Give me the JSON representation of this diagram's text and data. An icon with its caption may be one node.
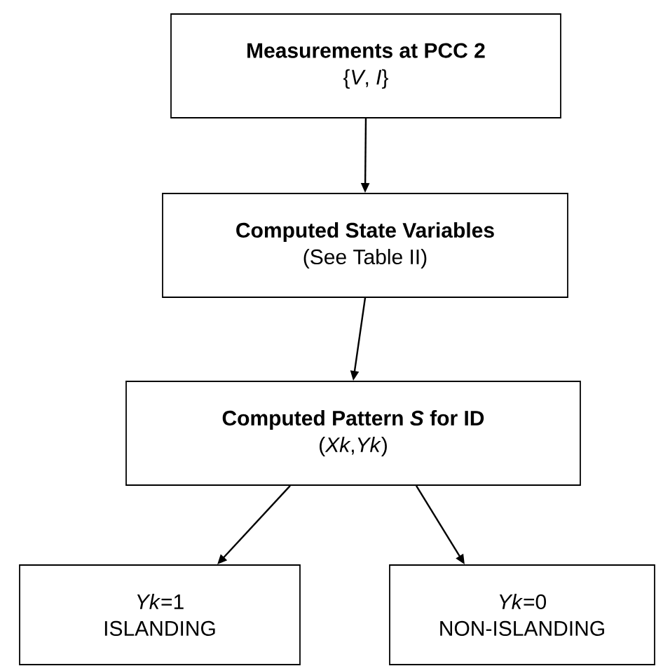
{
  "diagram": {
    "nodes": [
      {
        "text": [
          "Measurements at PCC 2",
          "{*V*, *I*}"
        ]
      },
      {
        "text": [
          "Computed State Variables",
          "(See Table II)"
        ]
      },
      {
        "text": [
          "Computed Pattern *S* for ID",
          "(*Xk*,*Yk*)"
        ]
      },
      {
        "text": [
          "*Yk*=1",
          "ISLANDING"
        ]
      },
      {
        "text": [
          "*Yk*=0",
          "NON-ISLANDING"
        ]
      }
    ],
    "edges": [
      {
        "from": 0,
        "to": 1,
        "arrow": "to"
      },
      {
        "from": 1,
        "to": 2,
        "arrow": "to"
      },
      {
        "from": 2,
        "to": 3,
        "arrow": "to"
      },
      {
        "from": 2,
        "to": 4,
        "arrow": "to"
      }
    ]
  }
}
